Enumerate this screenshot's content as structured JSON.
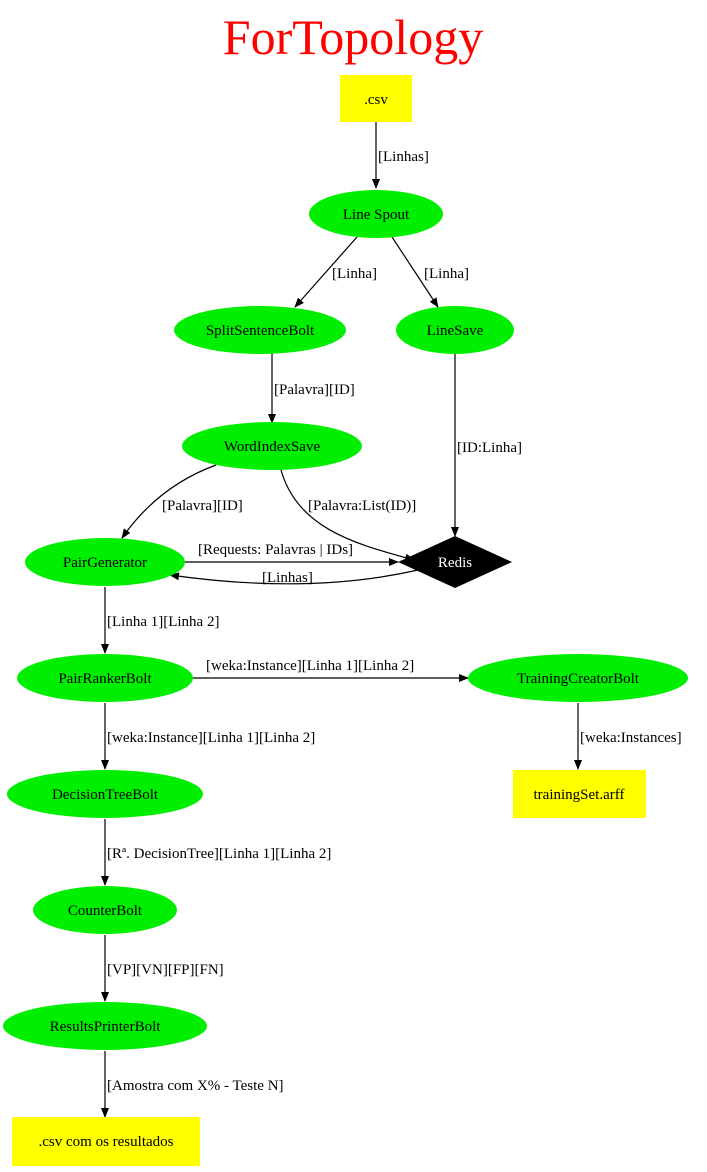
{
  "title": "ForTopology",
  "colors": {
    "title": "#ff0000",
    "process_node": "#00ee00",
    "file_node": "#ffff00",
    "store_node": "#000000"
  },
  "nodes": {
    "csv_in": ".csv",
    "line_spout": "Line Spout",
    "split_sentence_bolt": "SplitSentenceBolt",
    "line_save": "LineSave",
    "word_index_save": "WordIndexSave",
    "pair_generator": "PairGenerator",
    "redis": "Redis",
    "pair_ranker_bolt": "PairRankerBolt",
    "training_creator_bolt": "TrainingCreatorBolt",
    "training_set": "trainingSet.arff",
    "decision_tree_bolt": "DecisionTreeBolt",
    "counter_bolt": "CounterBolt",
    "results_printer_bolt": "ResultsPrinterBolt",
    "csv_out": ".csv com os resultados"
  },
  "edges": {
    "csv_to_linespout": "[Linhas]",
    "linespout_to_split": "[Linha]",
    "linespout_to_linesave": "[Linha]",
    "split_to_wordindex": "[Palavra][ID]",
    "linesave_to_redis": "[ID:Linha]",
    "wordindex_to_pairgen": "[Palavra][ID]",
    "wordindex_to_redis": "[Palavra:List(ID)]",
    "pairgen_to_redis": "[Requests: Palavras | IDs]",
    "redis_to_pairgen": "[Linhas]",
    "pairgen_to_pairranker": "[Linha 1][Linha 2]",
    "pairranker_to_training": "[weka:Instance][Linha 1][Linha 2]",
    "training_to_trainingset": "[weka:Instances]",
    "pairranker_to_decisiontree": "[weka:Instance][Linha 1][Linha 2]",
    "decisiontree_to_counter": "[Rª. DecisionTree][Linha 1][Linha 2]",
    "counter_to_printer": "[VP][VN][FP][FN]",
    "printer_to_csvout": "[Amostra com X% - Teste N]"
  }
}
